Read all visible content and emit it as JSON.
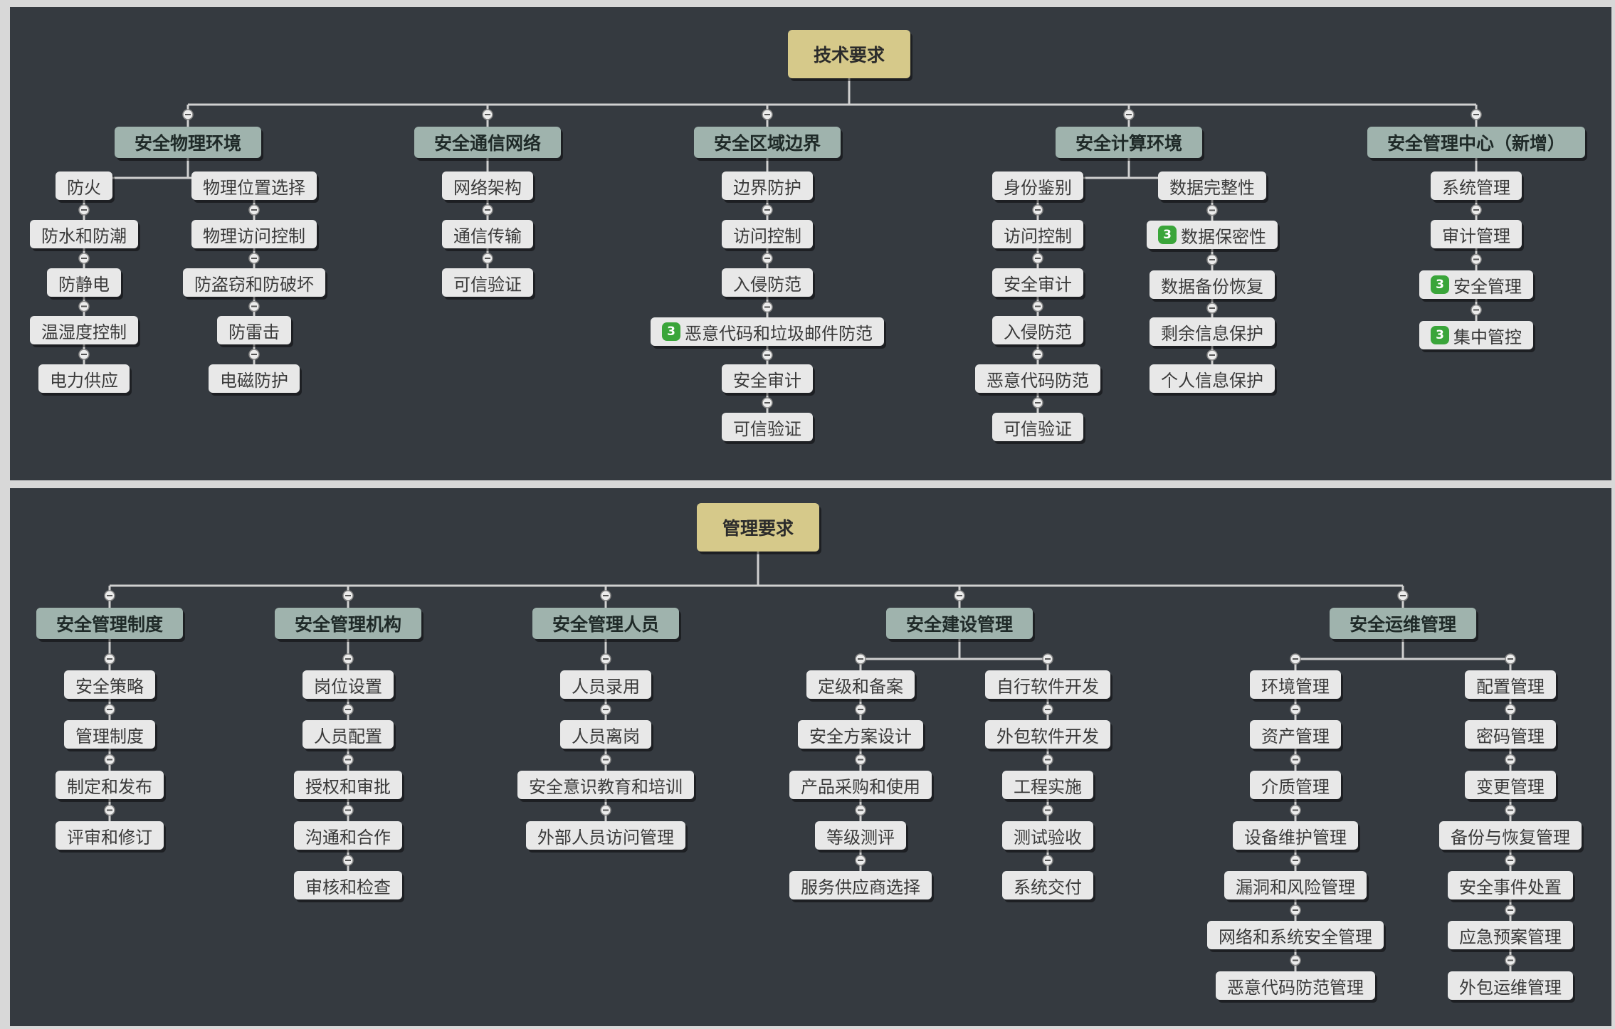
{
  "diagrams": [
    {
      "id": "tech",
      "root": "技术要求",
      "categories": [
        {
          "label": "安全物理环境",
          "columns": [
            [
              "防火",
              "防水和防潮",
              "防静电",
              "温湿度控制",
              "电力供应"
            ],
            [
              "物理位置选择",
              "物理访问控制",
              "防盗窃和防破坏",
              "防雷击",
              "电磁防护"
            ]
          ]
        },
        {
          "label": "安全通信网络",
          "columns": [
            [
              "网络架构",
              "通信传输",
              "可信验证"
            ]
          ]
        },
        {
          "label": "安全区域边界",
          "columns": [
            [
              "边界防护",
              "访问控制",
              "入侵防范",
              {
                "text": "恶意代码和垃圾邮件防范",
                "badge": "3"
              },
              "安全审计",
              "可信验证"
            ]
          ]
        },
        {
          "label": "安全计算环境",
          "columns": [
            [
              "身份鉴别",
              "访问控制",
              "安全审计",
              "入侵防范",
              "恶意代码防范",
              "可信验证"
            ],
            [
              "数据完整性",
              {
                "text": "数据保密性",
                "badge": "3"
              },
              "数据备份恢复",
              "剩余信息保护",
              "个人信息保护"
            ]
          ]
        },
        {
          "label": "安全管理中心（新增）",
          "columns": [
            [
              "系统管理",
              "审计管理",
              {
                "text": "安全管理",
                "badge": "3"
              },
              {
                "text": "集中管控",
                "badge": "3"
              }
            ]
          ]
        }
      ]
    },
    {
      "id": "mgmt",
      "root": "管理要求",
      "categories": [
        {
          "label": "安全管理制度",
          "columns": [
            [
              "安全策略",
              "管理制度",
              "制定和发布",
              "评审和修订"
            ]
          ]
        },
        {
          "label": "安全管理机构",
          "columns": [
            [
              "岗位设置",
              "人员配置",
              "授权和审批",
              "沟通和合作",
              "审核和检查"
            ]
          ]
        },
        {
          "label": "安全管理人员",
          "columns": [
            [
              "人员录用",
              "人员离岗",
              "安全意识教育和培训",
              "外部人员访问管理"
            ]
          ]
        },
        {
          "label": "安全建设管理",
          "columns": [
            [
              "定级和备案",
              "安全方案设计",
              "产品采购和使用",
              "等级测评",
              "服务供应商选择"
            ],
            [
              "自行软件开发",
              "外包软件开发",
              "工程实施",
              "测试验收",
              "系统交付"
            ]
          ]
        },
        {
          "label": "安全运维管理",
          "columns": [
            [
              "环境管理",
              "资产管理",
              "介质管理",
              "设备维护管理",
              "漏洞和风险管理",
              "网络和系统安全管理",
              "恶意代码防范管理"
            ],
            [
              "配置管理",
              "密码管理",
              "变更管理",
              "备份与恢复管理",
              "安全事件处置",
              "应急预案管理",
              "外包运维管理"
            ]
          ]
        }
      ]
    }
  ],
  "colors": {
    "panel": "#353a40",
    "root": "#d6c98a",
    "category": "#9fb3ad",
    "leaf": "#e8e8e8",
    "connector": "#d0d0d0",
    "badge": "#3aa53a"
  }
}
